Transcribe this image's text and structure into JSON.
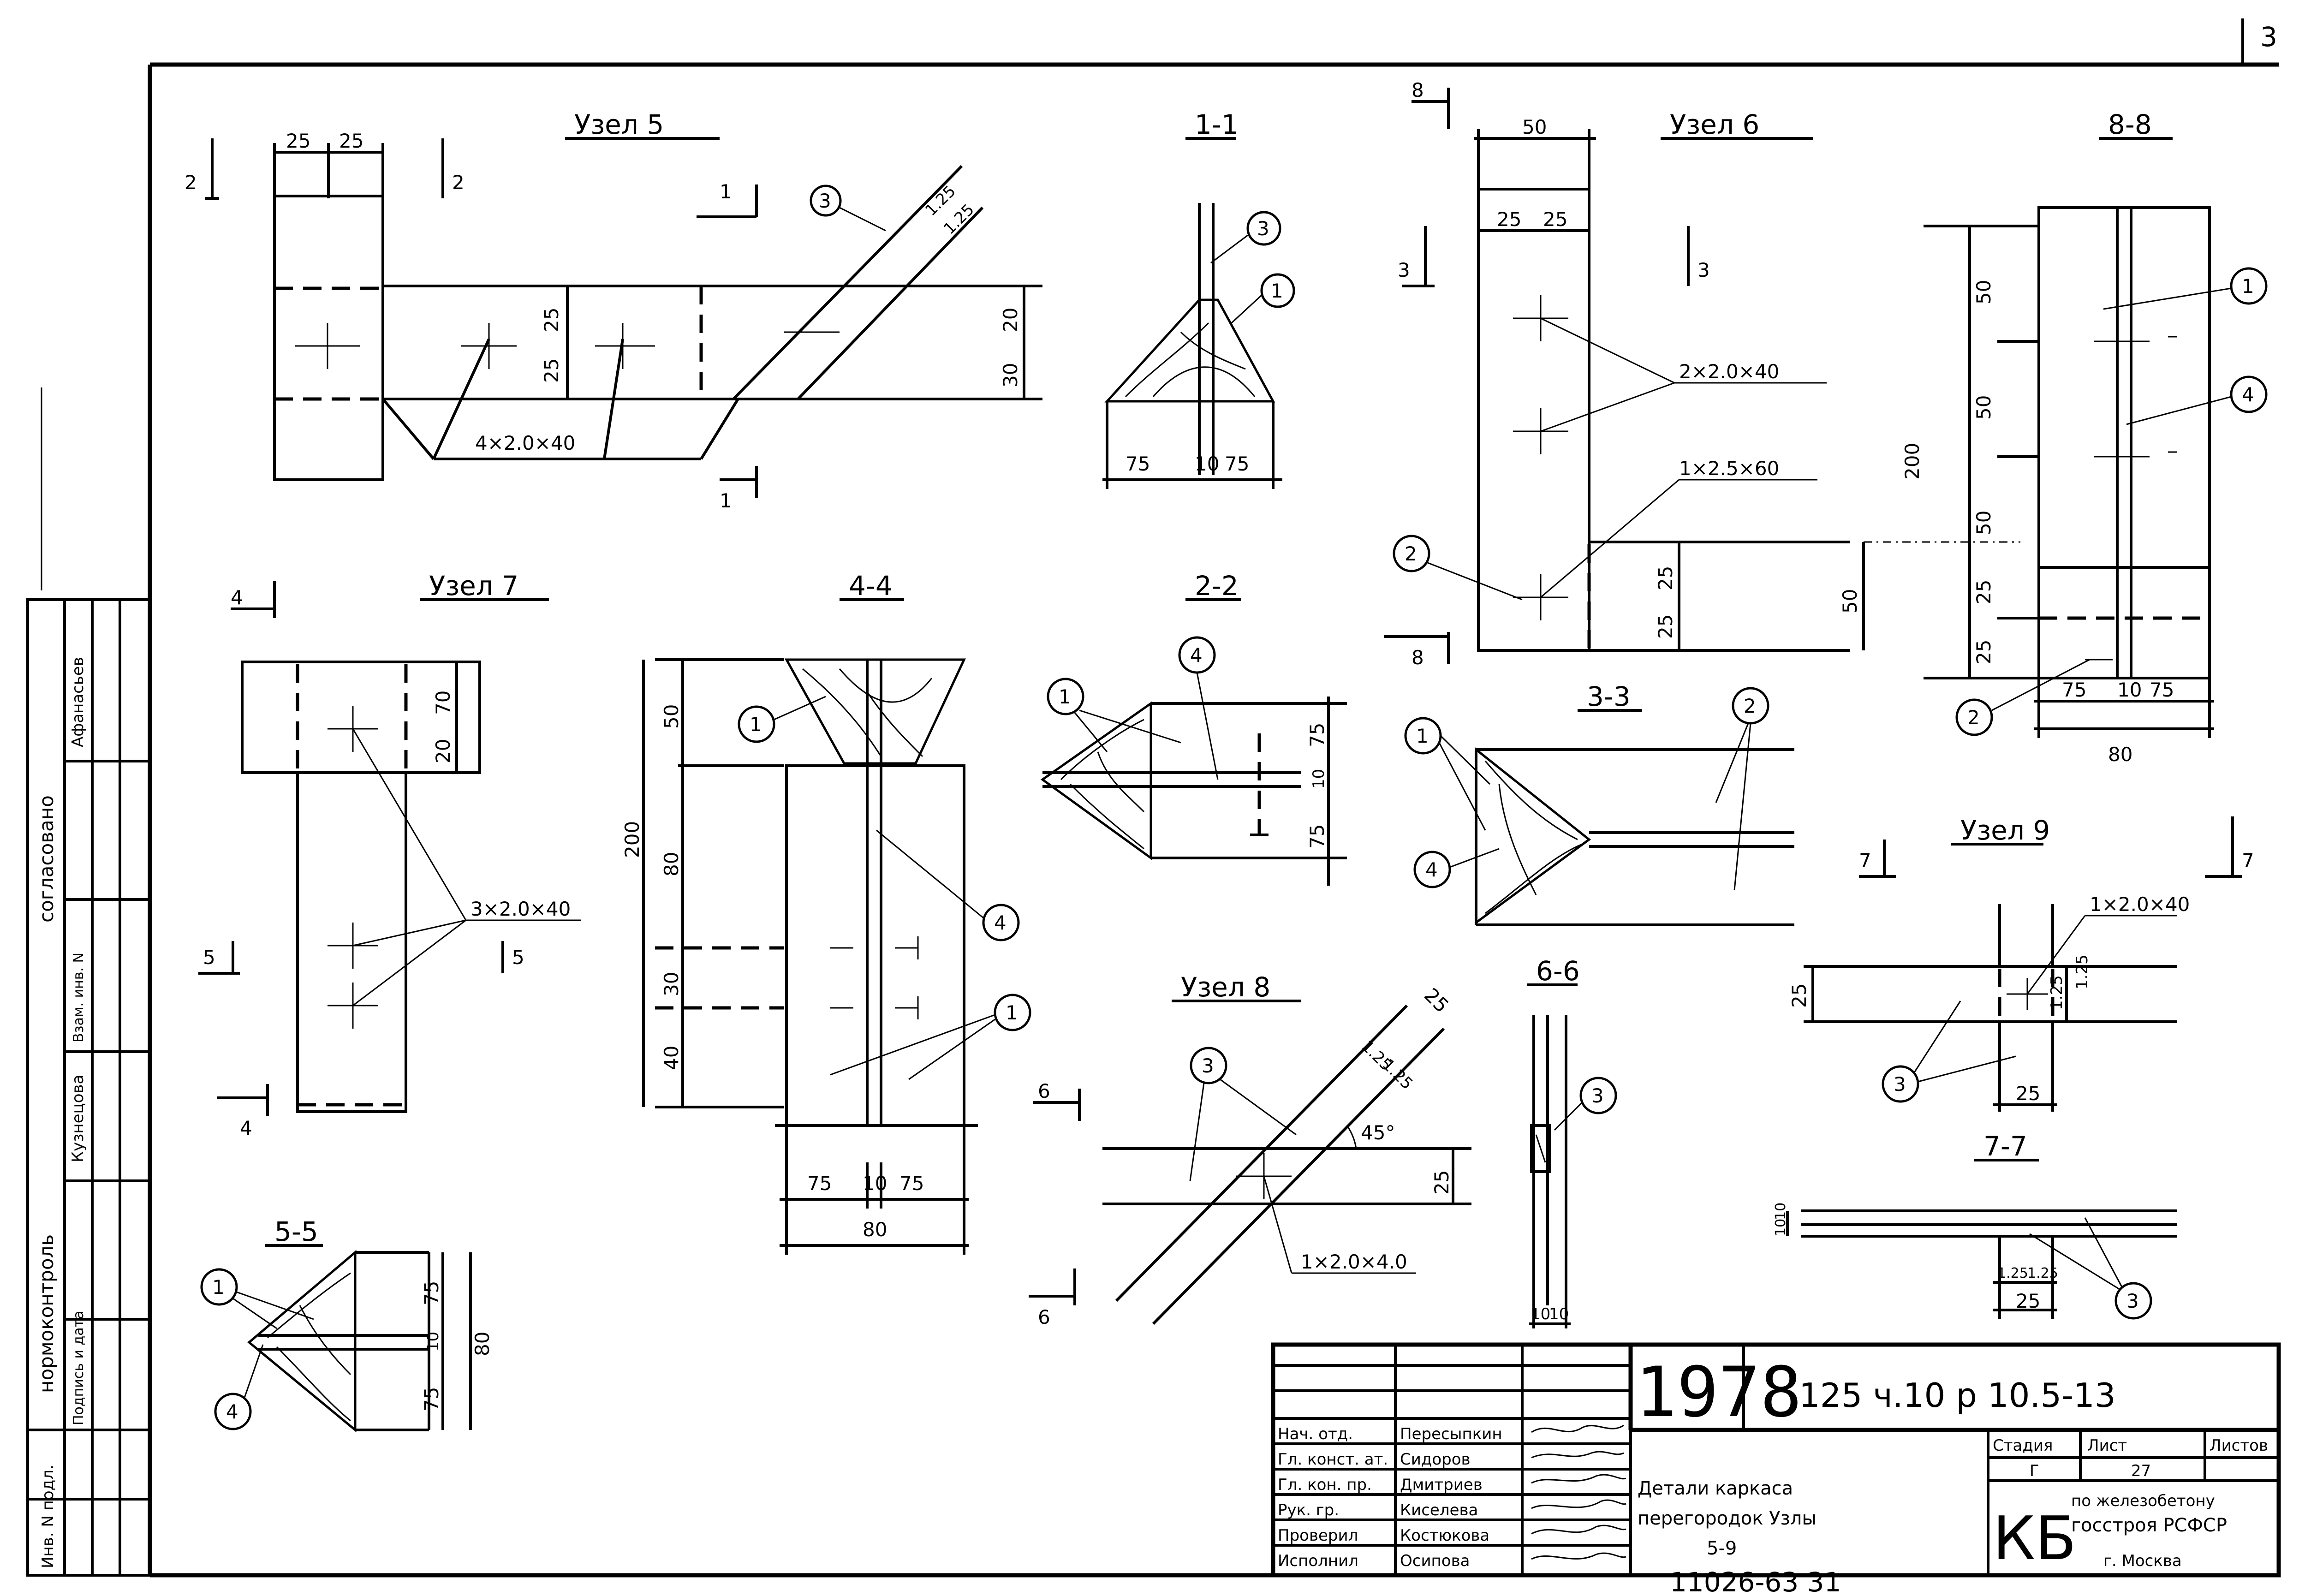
{
  "page_number": "3",
  "views": {
    "node5": {
      "title": "Узел 5",
      "dims": [
        "25",
        "25",
        "25",
        "25",
        "20",
        "30",
        "1.25",
        "1.25"
      ],
      "weld": "4×2.0×40",
      "bubbles": [
        "3"
      ],
      "markers": [
        "2",
        "2",
        "1",
        "1"
      ]
    },
    "sec11": {
      "title": "1-1",
      "dims": [
        "75",
        "10",
        "75"
      ],
      "bubbles": [
        "3",
        "1"
      ]
    },
    "node6": {
      "title": "Узел 6",
      "dims": [
        "50",
        "25",
        "25",
        "25",
        "25",
        "50"
      ],
      "weld_a": "2×2.0×40",
      "weld_b": "1×2.5×60",
      "bubbles": [
        "2"
      ],
      "markers": [
        "8",
        "3",
        "3",
        "8"
      ]
    },
    "sec88": {
      "title": "8-8",
      "dims": [
        "50",
        "50",
        "50",
        "25",
        "25",
        "200",
        "75",
        "10",
        "75",
        "80"
      ],
      "bubbles": [
        "1",
        "4",
        "2"
      ]
    },
    "node7": {
      "title": "Узел 7",
      "dims": [
        "70",
        "20"
      ],
      "weld": "3×2.0×40",
      "markers": [
        "4",
        "5",
        "5",
        "4"
      ]
    },
    "sec44": {
      "title": "4-4",
      "dims": [
        "50",
        "80",
        "30",
        "40",
        "200",
        "75",
        "10",
        "75",
        "80"
      ],
      "bubbles": [
        "1",
        "4",
        "1"
      ]
    },
    "sec22": {
      "title": "2-2",
      "dims": [
        "75",
        "10",
        "75"
      ],
      "bubbles": [
        "1",
        "4"
      ]
    },
    "sec33": {
      "title": "3-3",
      "bubbles": [
        "1",
        "4",
        "2"
      ]
    },
    "node9": {
      "title": "Узел 9",
      "dims": [
        "25",
        "1.25",
        "1.25",
        "25"
      ],
      "weld": "1×2.0×40",
      "bubbles": [
        "3"
      ],
      "markers": [
        "7",
        "7"
      ]
    },
    "node8": {
      "title": "Узел 8",
      "dims": [
        "25",
        "1.25",
        "1.25",
        "25"
      ],
      "angle": "45°",
      "weld": "1×2.0×4.0",
      "bubbles": [
        "3"
      ],
      "markers": [
        "6",
        "6"
      ]
    },
    "sec66": {
      "title": "6-6",
      "dims": [
        "10",
        "10"
      ],
      "bubbles": [
        "3"
      ]
    },
    "sec77": {
      "title": "7-7",
      "dims": [
        "10",
        "10",
        "1.25",
        "1.25",
        "25"
      ],
      "bubbles": [
        "3"
      ]
    },
    "sec55": {
      "title": "5-5",
      "dims": [
        "75",
        "10",
        "75",
        "80"
      ],
      "bubbles": [
        "1",
        "4"
      ]
    }
  },
  "left_stamp": {
    "title": "нормоконтроль",
    "agreed": "согласовано",
    "names": [
      "Кузнецова",
      "Афанасьев"
    ],
    "labels": [
      "Инв. N подл.",
      "Подпись и дата",
      "Взам. инв. N"
    ]
  },
  "title_block": {
    "year": "1978",
    "code": "125 ч.10 р 10.5-13",
    "roles": [
      "Нач. отд.",
      "Гл. конст. ат.",
      "Гл. кон. пр.",
      "Рук. гр.",
      "Проверил",
      "Исполнил"
    ],
    "names": [
      "Пересыпкин",
      "Сидоров",
      "Дмитриев",
      "Киселева",
      "Костюкова",
      "Осипова"
    ],
    "description": [
      "Детали каркаса",
      "перегородок Узлы",
      "5-9"
    ],
    "stage_label": "Стадия",
    "stage": "Г",
    "sheet_label": "Лист",
    "sheet": "27",
    "sheets_label": "Листов",
    "sheets": "",
    "org_prefix": "КБ",
    "org": [
      "по железобетону",
      "госстроя РСФСР",
      "г. Москва"
    ]
  },
  "footer": "11026-63   31"
}
